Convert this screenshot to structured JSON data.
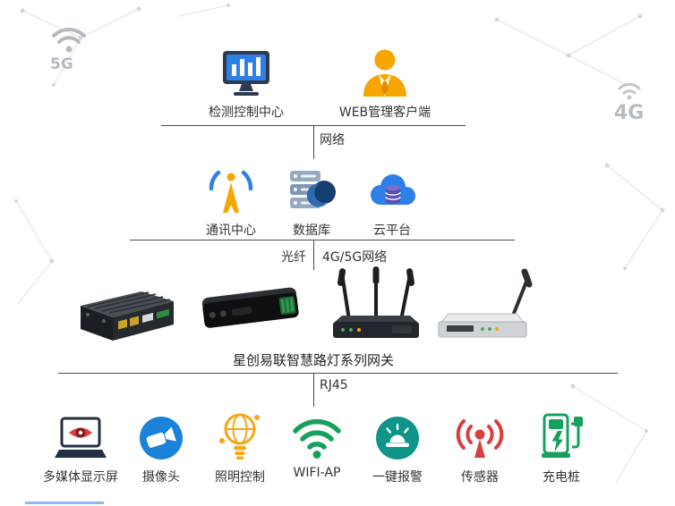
{
  "decorations": {
    "left_signal_label": "5G",
    "right_signal_label": "4G"
  },
  "connectors": {
    "network_label": "网络",
    "fiber_label": "光纤",
    "cellular_label": "4G/5G网络",
    "rj45_label": "RJ45"
  },
  "tiers": {
    "control": {
      "nodes": [
        {
          "label": "检测控制中心",
          "icon": "monitor-chart-icon"
        },
        {
          "label": "WEB管理客户端",
          "icon": "web-user-icon"
        }
      ]
    },
    "platform": {
      "nodes": [
        {
          "label": "通讯中心",
          "icon": "antenna-icon"
        },
        {
          "label": "数据库",
          "icon": "database-server-icon"
        },
        {
          "label": "云平台",
          "icon": "cloud-platform-icon"
        }
      ]
    },
    "devices": {
      "caption": "星创易联智慧路灯系列网关"
    },
    "terminals": {
      "nodes": [
        {
          "label": "多媒体显示屏",
          "icon": "multimedia-display-icon"
        },
        {
          "label": "摄像头",
          "icon": "camera-icon"
        },
        {
          "label": "照明控制",
          "icon": "lighting-control-icon"
        },
        {
          "label": "WIFI-AP",
          "icon": "wifi-icon"
        },
        {
          "label": "一键报警",
          "icon": "alarm-icon"
        },
        {
          "label": "传感器",
          "icon": "sensor-icon"
        },
        {
          "label": "充电桩",
          "icon": "charging-pile-icon"
        }
      ]
    }
  }
}
